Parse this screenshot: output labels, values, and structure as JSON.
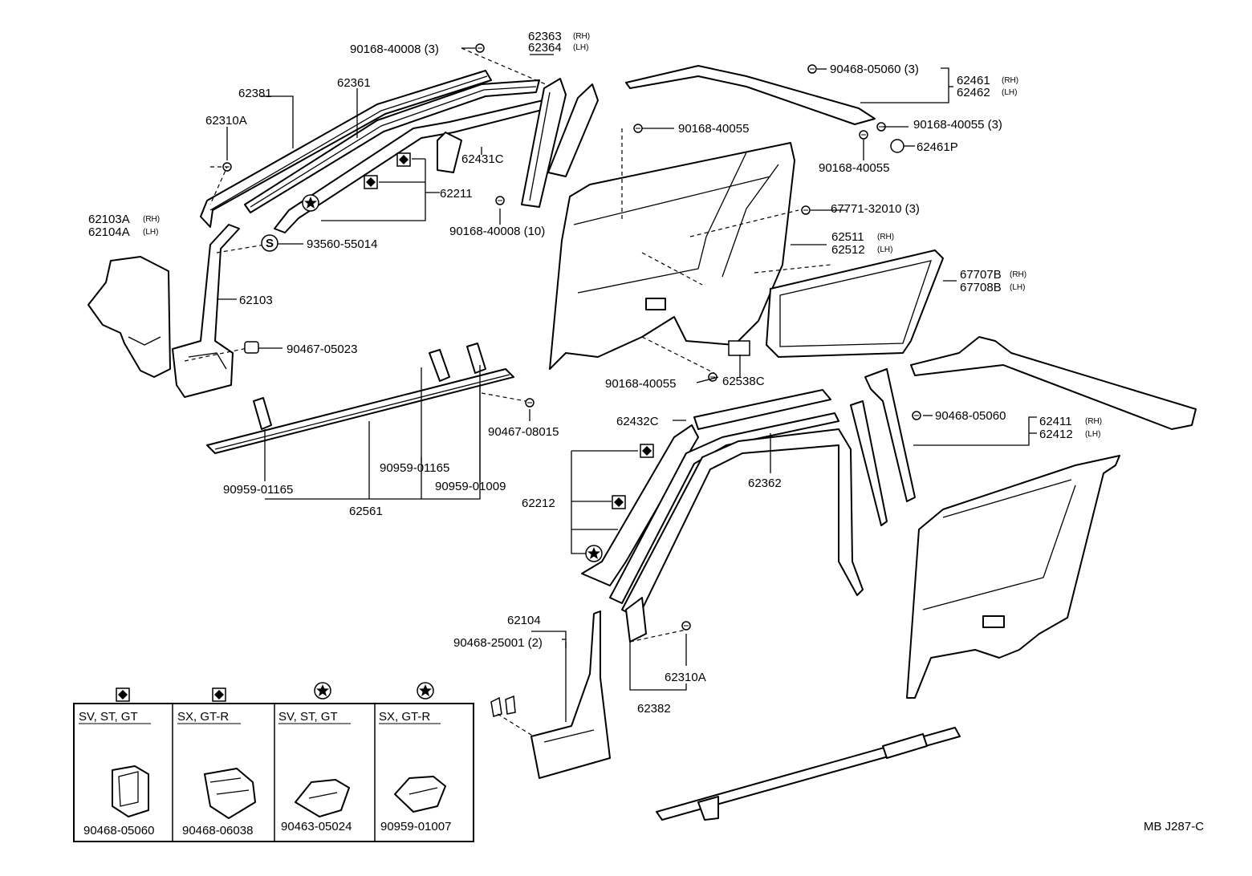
{
  "drawing_id": "MB J287-C",
  "labels": {
    "l90168_40008_3": "90168-40008 (3)",
    "l62363": "62363",
    "l62364": "62364",
    "l62381": "62381",
    "l62361": "62361",
    "l62310a_top": "62310A",
    "l62431c": "62431C",
    "l62211": "62211",
    "l90168_40008_10": "90168-40008 (10)",
    "l62103a": "62103A",
    "l62104a": "62104A",
    "l93560_55014": "93560-55014",
    "l62103": "62103",
    "l90467_05023": "90467-05023",
    "l90467_08015": "90467-08015",
    "l90959_01165_a": "90959-01165",
    "l90959_01165_b": "90959-01165",
    "l90959_01009": "90959-01009",
    "l62561": "62561",
    "l90468_05060_3": "90468-05060 (3)",
    "l62461": "62461",
    "l62462": "62462",
    "l90168_40055_a": "90168-40055",
    "l90168_40055_3": "90168-40055 (3)",
    "l62461p": "62461P",
    "l90168_40055_b": "90168-40055",
    "l67771_32010": "67771-32010 (3)",
    "l62511": "62511",
    "l62512": "62512",
    "l67707b": "67707B",
    "l67708b": "67708B",
    "l90168_40055_c": "90168-40055",
    "l62538c": "62538C",
    "l62432c": "62432C",
    "l90468_05060": "90468-05060",
    "l62411": "62411",
    "l62412": "62412",
    "l62212": "62212",
    "l62362": "62362",
    "l62104": "62104",
    "l90468_25001": "90468-25001 (2)",
    "l62310a_bottom": "62310A",
    "l62382": "62382"
  },
  "suffix": {
    "rh": "(RH)",
    "lh": "(LH)"
  },
  "symbols": {
    "s_marker": "S"
  },
  "legend": {
    "columns": [
      {
        "variant": "SV, ST, GT",
        "part": "90468-05060",
        "mark": "diamond"
      },
      {
        "variant": "SX, GT-R",
        "part": "90468-06038",
        "mark": "diamond"
      },
      {
        "variant": "SV, ST, GT",
        "part": "90463-05024",
        "mark": "star"
      },
      {
        "variant": "SX, GT-R",
        "part": "90959-01007",
        "mark": "star"
      }
    ]
  }
}
